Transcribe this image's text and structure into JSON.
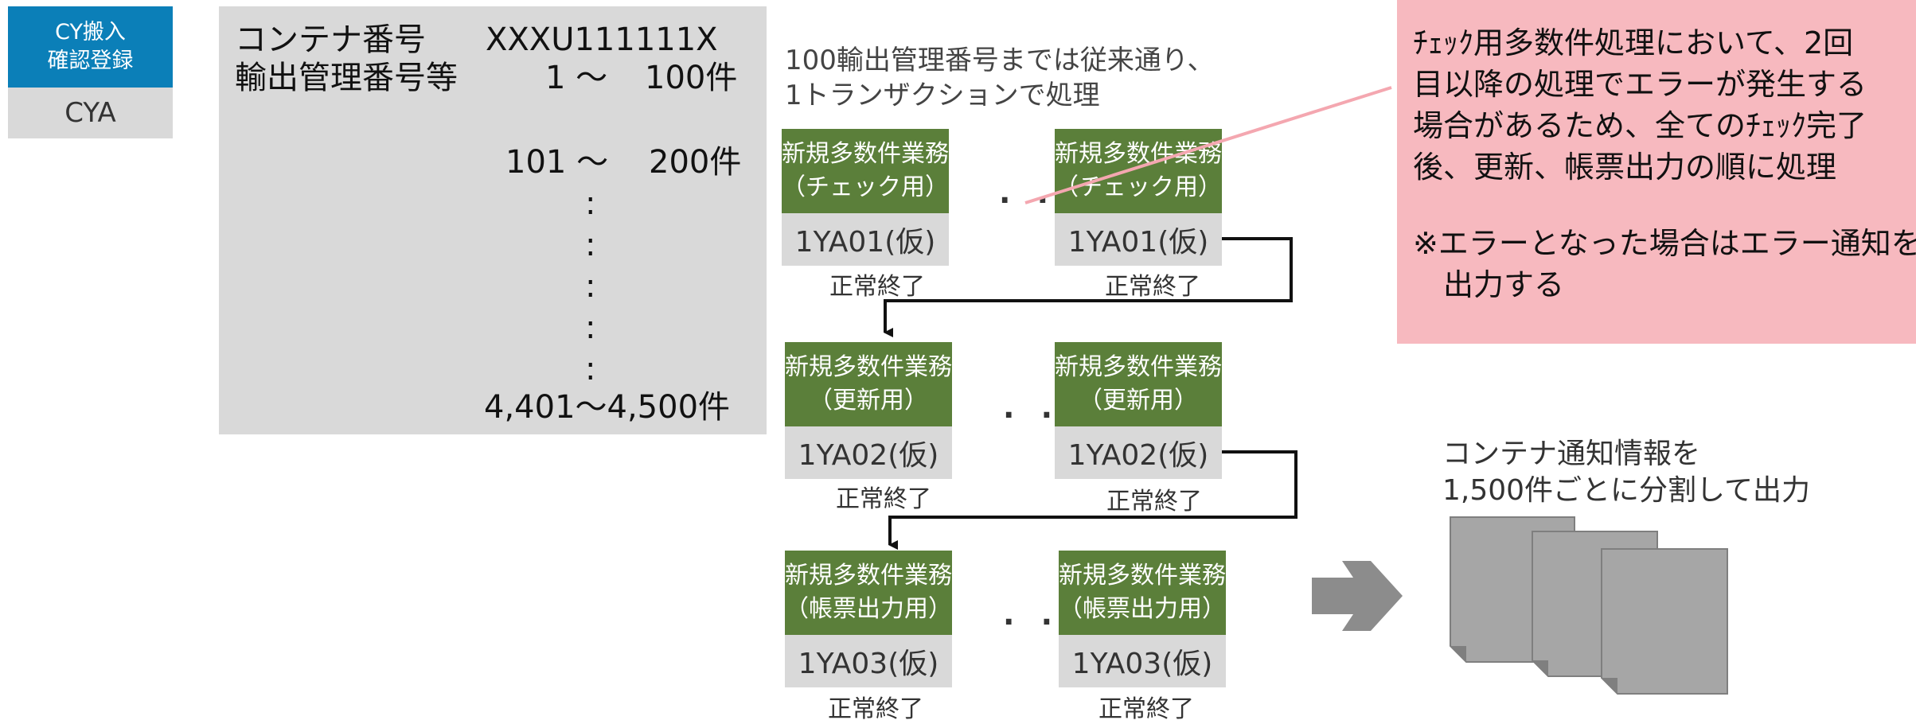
{
  "tag": {
    "title_line1": "CY搬入",
    "title_line2": "確認登録",
    "code": "CYA"
  },
  "panel": {
    "container_label": "コンテナ番号",
    "container_value": "XXXU111111X",
    "export_label": "輸出管理番号等",
    "range1_start": "1 ～",
    "range1_end": "100件",
    "range2_start": "101 ～",
    "range2_end": "200件",
    "dots": [
      ":",
      ":",
      ":",
      ":",
      ":"
    ],
    "range_last": "4,401～4,500件"
  },
  "note_top": {
    "line1": "100輸出管理番号までは従来通り、",
    "line2": "1トランザクションで処理"
  },
  "rows": [
    {
      "left": {
        "title_line1": "新規多数件業務",
        "title_line2": "（チェック用）",
        "code": "1YA01(仮)",
        "status": "正常終了"
      },
      "right": {
        "title_line1": "新規多数件業務",
        "title_line2": "（チェック用）",
        "code": "1YA01(仮)",
        "status": "正常終了"
      }
    },
    {
      "left": {
        "title_line1": "新規多数件業務",
        "title_line2": "（更新用）",
        "code": "1YA02(仮)",
        "status": "正常終了"
      },
      "right": {
        "title_line1": "新規多数件業務",
        "title_line2": "（更新用）",
        "code": "1YA02(仮)",
        "status": "正常終了"
      }
    },
    {
      "left": {
        "title_line1": "新規多数件業務",
        "title_line2": "（帳票出力用）",
        "code": "1YA03(仮)",
        "status": "正常終了"
      },
      "right": {
        "title_line1": "新規多数件業務",
        "title_line2": "（帳票出力用）",
        "code": "1YA03(仮)",
        "status": "正常終了"
      }
    }
  ],
  "ellipsis": ". .",
  "callout": {
    "line1": "ﾁｪｯｸ用多数件処理において、2回",
    "line2": "目以降の処理でエラーが発生する",
    "line3": "場合があるため、全てのﾁｪｯｸ完了",
    "line4": "後、更新、帳票出力の順に処理",
    "line5": "※エラーとなった場合はエラー通知を",
    "line6": "出力する"
  },
  "output": {
    "line1": "コンテナ通知情報を",
    "line2": "1,500件ごとに分割して出力"
  },
  "colors": {
    "tag_blue": "#0b7fb8",
    "box_green": "#5b7f3a",
    "panel_gray": "#d9d9d9",
    "callout_pink": "#f7b9bf",
    "arrow_gray": "#8c8c8c"
  }
}
